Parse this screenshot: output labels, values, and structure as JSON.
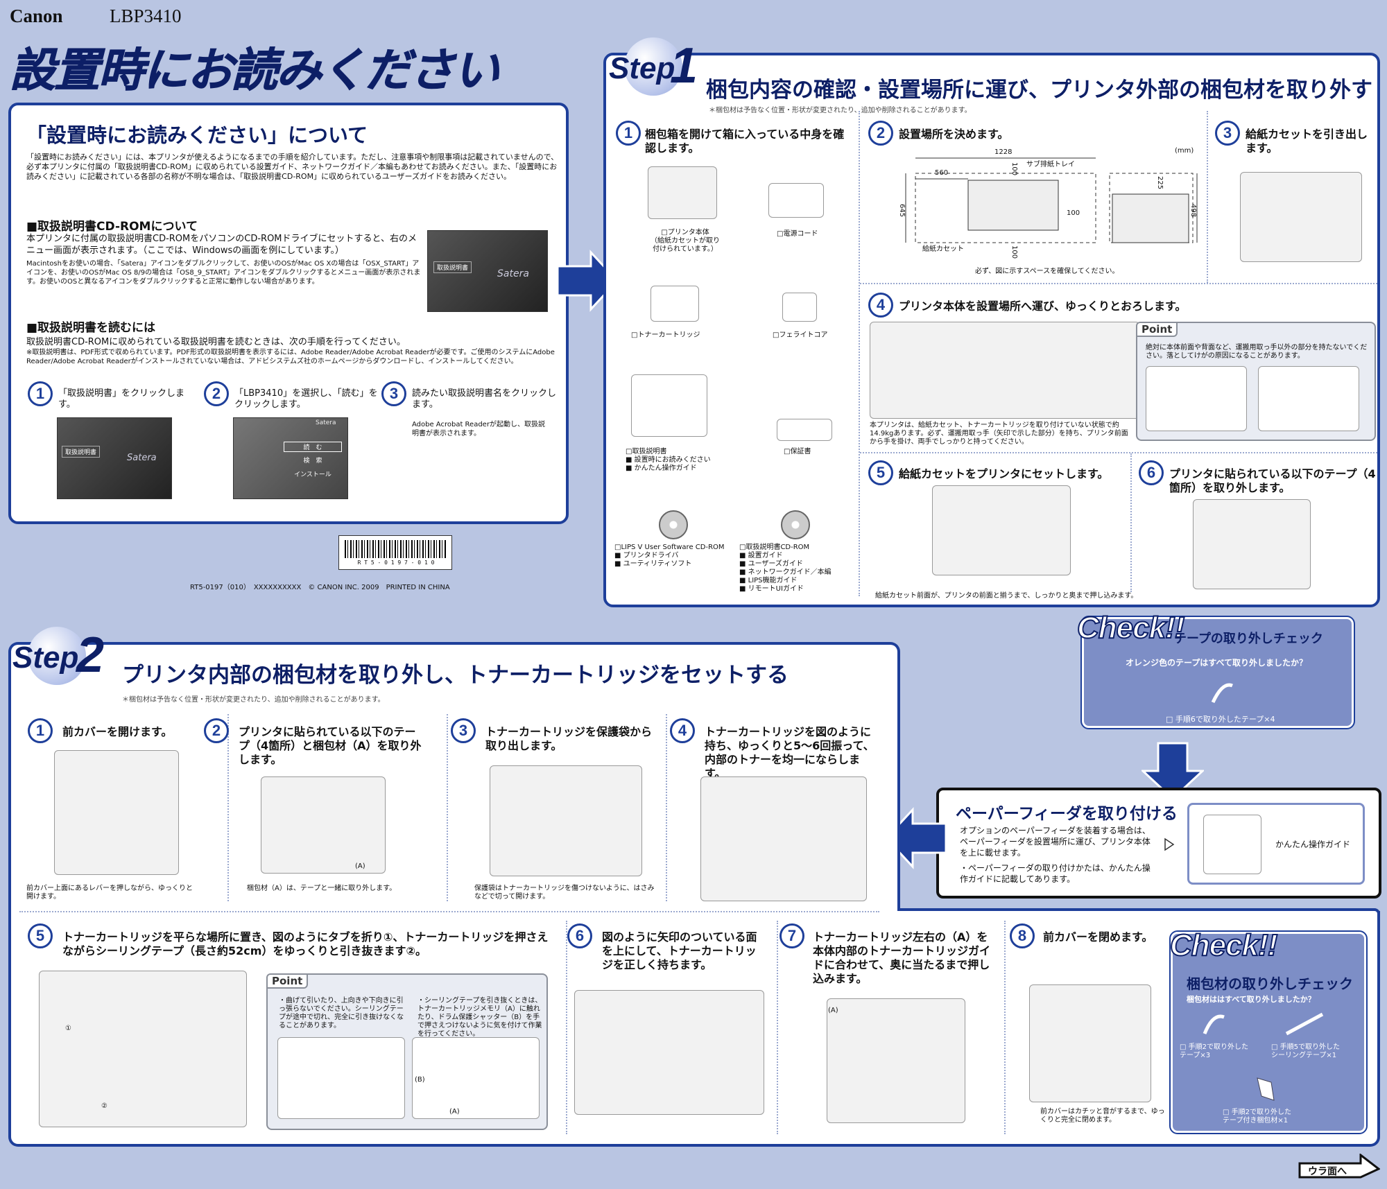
{
  "header": {
    "brand": "Canon",
    "model": "LBP3410",
    "title": "設置時にお読みください"
  },
  "about": {
    "heading": "「設置時にお読みください」について",
    "intro": "「設置時にお読みください」には、本プリンタが使えるようになるまでの手順を紹介しています。ただし、注意事項や制限事項は記載されていませんので、必ず本プリンタに付属の「取扱説明書CD-ROM」に収められている設置ガイド、ネットワークガイド／本編もあわせてお読みください。また、「設置時にお読みください」に記載されている各部の名称が不明な場合は、「取扱説明書CD-ROM」に収められているユーザーズガイドをお読みください。",
    "cd_heading": "■取扱説明書CD-ROMについて",
    "cd_text": "本プリンタに付属の取扱説明書CD-ROMをパソコンのCD-ROMドライブにセットすると、右のメニュー画面が表示されます。（ここでは、Windowsの画面を例にしています。）",
    "cd_mac": "Macintoshをお使いの場合、「Satera」アイコンをダブルクリックして、お使いのOSがMac OS Xの場合は「OSX_START」アイコンを、お使いのOSがMac OS 8/9の場合は「OS8_9_START」アイコンをダブルクリックするとメニュー画面が表示されます。お使いのOSと異なるアイコンをダブルクリックすると正常に動作しない場合があります。",
    "read_heading": "■取扱説明書を読むには",
    "read_text": "取扱説明書CD-ROMに収められている取扱説明書を読むときは、次の手順を行ってください。",
    "read_note": "※取扱説明書は、PDF形式で収められています。PDF形式の取扱説明書を表示するには、Adobe Reader/Adobe Acrobat Readerが必要です。ご使用のシステムにAdobe Reader/Adobe Acrobat Readerがインストールされていない場合は、アドビシステムズ社のホームページからダウンロードし、インストールしてください。",
    "steps": [
      {
        "n": "1",
        "text": "「取扱説明書」をクリックします。"
      },
      {
        "n": "2",
        "text": "「LBP3410」を選択し、「読む」をクリックします。"
      },
      {
        "n": "3",
        "text": "読みたい取扱説明書名をクリックします。"
      }
    ],
    "step3_note": "Adobe Acrobat Readerが起動し、取扱説明書が表示されます。",
    "screen_brand": "Satera",
    "menu_label": "取扱説明書",
    "menu2_a": "読　む",
    "menu2_b": "検　索",
    "menu2_c": "インストール"
  },
  "footer": {
    "code": "RT5-0197（010）　XXXXXXXXXX　© CANON INC. 2009　PRINTED IN CHINA",
    "barcode": "R T 5 - 0 1 9 7 - 0 1 0"
  },
  "step1": {
    "word": "Step",
    "num": "1",
    "title": "梱包内容の確認・設置場所に運び、プリンタ外部の梱包材を取り外す",
    "note": "＊梱包材は予告なく位置・形状が変更されたり、追加や削除されることがあります。",
    "s1": {
      "n": "1",
      "text": "梱包箱を開けて箱に入っている中身を確認します。"
    },
    "items": [
      {
        "label": "□プリンタ本体\n（給紙カセットが取り\n付けられています。）"
      },
      {
        "label": "□電源コード"
      },
      {
        "label": "□トナーカートリッジ"
      },
      {
        "label": "□フェライトコア"
      },
      {
        "label": "□取扱説明書\n■ 設置時にお読みください\n■ かんたん操作ガイド"
      },
      {
        "label": "□保証書"
      },
      {
        "label": "□LIPS V User Software CD-ROM\n■ プリンタドライバ\n■ ユーティリティソフト"
      },
      {
        "label": "□取扱説明書CD-ROM\n■ 設置ガイド\n■ ユーザーズガイド\n■ ネットワークガイド／本編\n■ LIPS機能ガイド\n■ リモートUIガイド"
      }
    ],
    "s2": {
      "n": "2",
      "text": "設置場所を決めます。",
      "unit": "(mm)",
      "d1228": "1228",
      "d560": "560",
      "d100a": "100",
      "d100b": "100",
      "d100c": "100",
      "d645": "645",
      "d225": "225",
      "d498": "498",
      "tray": "サブ排紙トレイ",
      "cassette": "給紙カセット",
      "caption": "必ず、図に示すスペースを確保してください。"
    },
    "s3": {
      "n": "3",
      "text": "給紙カセットを引き出します。"
    },
    "s4": {
      "n": "4",
      "text": "プリンタ本体を設置場所へ運び、ゆっくりとおろします。",
      "caption": "本プリンタは、給紙カセット、トナーカートリッジを取り付けていない状態で約14.9kgあります。必ず、運搬用取っ手（矢印で示した部分）を持ち、プリンタ前面から手を掛け、両手でしっかりと持ってください。",
      "point": "Point",
      "point_text": "絶対に本体前面や背面など、運搬用取っ手以外の部分を持たないでください。落としてけがの原因になることがあります。"
    },
    "s5": {
      "n": "5",
      "text": "給紙カセットをプリンタにセットします。",
      "caption": "給紙カセット前面が、プリンタの前面と揃うまで、しっかりと奥まで押し込みます。"
    },
    "s6": {
      "n": "6",
      "text": "プリンタに貼られている以下のテープ（4箇所）を取り外します。"
    }
  },
  "check1": {
    "word": "Check!!",
    "title": "テープの取り外しチェック",
    "question": "オレンジ色のテープはすべて取り外しましたか？",
    "item": "□ 手順6で取り外したテープ×4"
  },
  "feeder": {
    "title": "ペーパーフィーダを取り付ける",
    "text": "オプションのペーパーフィーダを装着する場合は、ペーパーフィーダを設置場所に運び、プリンタ本体を上に載せます。",
    "text2": "・ペーパーフィーダの取り付けかたは、かんたん操作ガイドに記載してあります。",
    "guide": "かんたん操作ガイド"
  },
  "step2": {
    "word": "Step",
    "num": "2",
    "title": "プリンタ内部の梱包材を取り外し、トナーカートリッジをセットする",
    "note": "＊梱包材は予告なく位置・形状が変更されたり、追加や削除されることがあります。",
    "s1": {
      "n": "1",
      "text": "前カバーを開けます。",
      "caption": "前カバー上面にあるレバーを押しながら、ゆっくりと開けます。"
    },
    "s2": {
      "n": "2",
      "text": "プリンタに貼られている以下のテープ（4箇所）と梱包材（A）を取り外します。",
      "caption": "梱包材（A）は、テープと一緒に取り外します。",
      "a": "(A)"
    },
    "s3": {
      "n": "3",
      "text": "トナーカートリッジを保護袋から取り出します。",
      "caption": "保護袋はトナーカートリッジを傷つけないように、はさみなどで切って開けます。"
    },
    "s4": {
      "n": "4",
      "text": "トナーカートリッジを図のように持ち、ゆっくりと5〜6回振って、内部のトナーを均一にならします。"
    },
    "s5": {
      "n": "5",
      "text": "トナーカートリッジを平らな場所に置き、図のようにタブを折り①、トナーカートリッジを押さえながらシーリングテープ（長さ約52cm）をゆっくりと引き抜きます②。",
      "point": "Point",
      "p1": "・曲げて引いたり、上向きや下向きに引っ張らないでください。シーリングテープが途中で切れ、完全に引き抜けなくなることがあります。",
      "p2": "・シーリングテープを引き抜くときは、トナーカートリッジメモリ（A）に触れたり、ドラム保護シャッター（B）を手で押さえつけないように気を付けて作業を行ってください。",
      "b": "(B)",
      "a": "(A)",
      "m1": "①",
      "m2": "②"
    },
    "s6": {
      "n": "6",
      "text": "図のように矢印のついている面を上にして、トナーカートリッジを正しく持ちます。"
    },
    "s7": {
      "n": "7",
      "text": "トナーカートリッジ左右の（A）を本体内部のトナーカートリッジガイドに合わせて、奥に当たるまで押し込みます。",
      "a": "(A)"
    },
    "s8": {
      "n": "8",
      "text": "前カバーを閉めます。",
      "caption": "前カバーはカチッと音がするまで、ゆっくりと完全に閉めます。"
    }
  },
  "check2": {
    "word": "Check!!",
    "title": "梱包材の取り外しチェック",
    "question": "梱包材ははすべて取り外しましたか？",
    "i1": "□ 手順2で取り外した\nテープ×3",
    "i2": "□ 手順5で取り外した\nシーリングテープ×1",
    "i3": "□ 手順2で取り外した\nテープ付き梱包材×1"
  },
  "nav": {
    "back": "ウラ面へ"
  },
  "colors": {
    "navy": "#1e3f9a",
    "bg": "#b9c5e2",
    "check": "#7d8ec6"
  }
}
